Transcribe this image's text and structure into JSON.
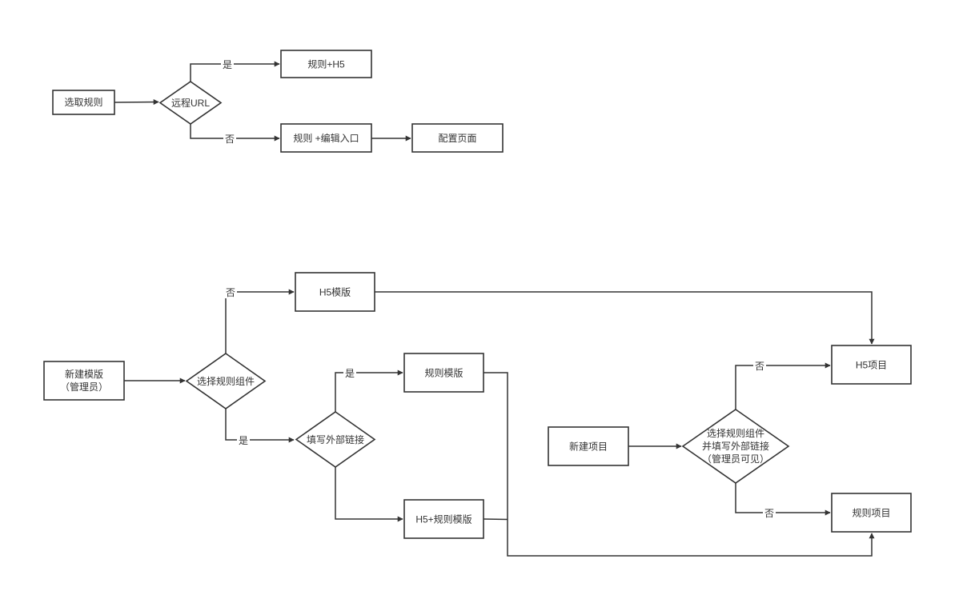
{
  "colors": {
    "stroke": "#333333",
    "text": "#333333",
    "background": "#ffffff"
  },
  "diagram1": {
    "select_rule": "选取规则",
    "remote_url": "远程URL",
    "rule_h5": "规则+H5",
    "rule_edit_entry": "规则 +编辑入口",
    "config_page": "配置页面",
    "yes": "是",
    "no": "否"
  },
  "diagram2": {
    "new_template": [
      "新建模版",
      "（管理员）"
    ],
    "choose_rule_component": "选择规则组件",
    "h5_template": "H5模版",
    "fill_external_link": "填写外部链接",
    "rule_template": "规则模版",
    "h5_rule_template": "H5+规则模版",
    "new_project": "新建项目",
    "choose_component_and_link": [
      "选择规则组件",
      "并填写外部链接",
      "（管理员可见）"
    ],
    "h5_project": "H5项目",
    "rule_project": "规则项目",
    "label_no_top": "否",
    "label_yes_bottom": "是",
    "label_yes_rule": "是",
    "label_no_h5_project": "否",
    "label_no_rule_project": "否"
  }
}
